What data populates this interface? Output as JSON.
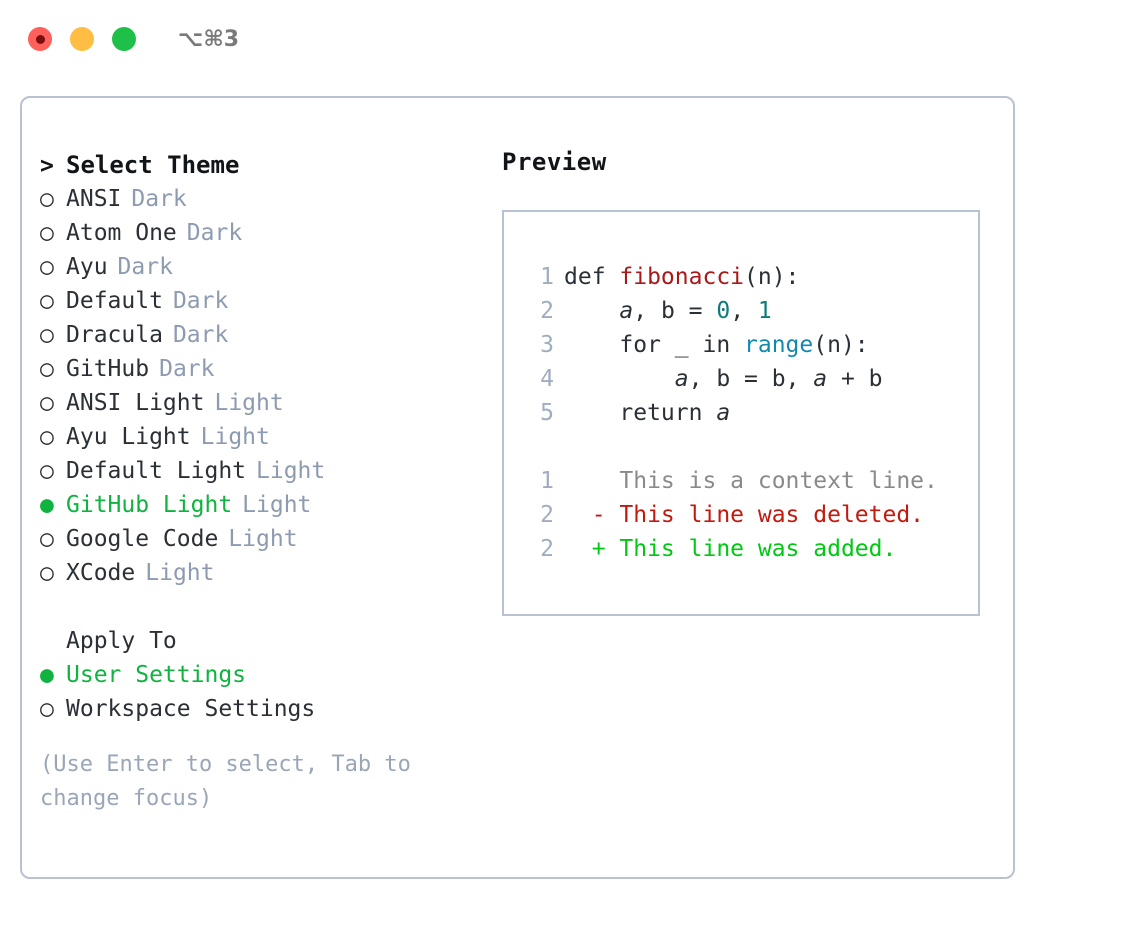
{
  "titlebar": {
    "shortcut": "⌥⌘3",
    "traffic_lights": [
      {
        "name": "close",
        "color": "#FF605C"
      },
      {
        "name": "minimize",
        "color": "#FFBD44"
      },
      {
        "name": "maximize",
        "color": "#1FC04A"
      }
    ]
  },
  "theme_section": {
    "header_prefix": ">",
    "header": "Select Theme",
    "bullet_unselected": "○",
    "bullet_selected": "●",
    "items": [
      {
        "name": "ANSI",
        "tag": "Dark",
        "selected": false
      },
      {
        "name": "Atom One",
        "tag": "Dark",
        "selected": false
      },
      {
        "name": "Ayu",
        "tag": "Dark",
        "selected": false
      },
      {
        "name": "Default",
        "tag": "Dark",
        "selected": false
      },
      {
        "name": "Dracula",
        "tag": "Dark",
        "selected": false
      },
      {
        "name": "GitHub",
        "tag": "Dark",
        "selected": false
      },
      {
        "name": "ANSI Light",
        "tag": "Light",
        "selected": false
      },
      {
        "name": "Ayu Light",
        "tag": "Light",
        "selected": false
      },
      {
        "name": "Default Light",
        "tag": "Light",
        "selected": false
      },
      {
        "name": "GitHub Light",
        "tag": "Light",
        "selected": true
      },
      {
        "name": "Google Code",
        "tag": "Light",
        "selected": false
      },
      {
        "name": "XCode",
        "tag": "Light",
        "selected": false
      }
    ]
  },
  "apply_section": {
    "title": "Apply To",
    "items": [
      {
        "name": "User Settings",
        "selected": true
      },
      {
        "name": "Workspace Settings",
        "selected": false
      }
    ]
  },
  "hint": "(Use Enter to select, Tab to change focus)",
  "preview": {
    "title": "Preview",
    "code_lines": [
      {
        "num": "1",
        "tokens": [
          {
            "t": "def ",
            "c": "kw"
          },
          {
            "t": "fibonacci",
            "c": "fn"
          },
          {
            "t": "(n):",
            "c": "code"
          }
        ]
      },
      {
        "num": "2",
        "tokens": [
          {
            "t": "    ",
            "c": "code"
          },
          {
            "t": "a",
            "c": "var"
          },
          {
            "t": ", ",
            "c": "code"
          },
          {
            "t": "b",
            "c": "code"
          },
          {
            "t": " = ",
            "c": "code"
          },
          {
            "t": "0",
            "c": "num"
          },
          {
            "t": ", ",
            "c": "code"
          },
          {
            "t": "1",
            "c": "num"
          }
        ]
      },
      {
        "num": "3",
        "tokens": [
          {
            "t": "    for _ in ",
            "c": "code"
          },
          {
            "t": "range",
            "c": "bi"
          },
          {
            "t": "(n):",
            "c": "code"
          }
        ]
      },
      {
        "num": "4",
        "tokens": [
          {
            "t": "        ",
            "c": "code"
          },
          {
            "t": "a",
            "c": "var"
          },
          {
            "t": ", b = b, ",
            "c": "code"
          },
          {
            "t": "a",
            "c": "var"
          },
          {
            "t": " + b",
            "c": "code"
          }
        ]
      },
      {
        "num": "5",
        "tokens": [
          {
            "t": "    return ",
            "c": "code"
          },
          {
            "t": "a",
            "c": "var"
          }
        ]
      }
    ],
    "diff_lines": [
      {
        "num": "1",
        "marker": " ",
        "text": " This is a context line.",
        "kind": "ctx"
      },
      {
        "num": "2",
        "marker": "-",
        "text": " This line was deleted.",
        "kind": "del"
      },
      {
        "num": "2",
        "marker": "+",
        "text": " This line was added.",
        "kind": "add"
      }
    ]
  },
  "colors": {
    "accent_green": "#10B33F",
    "diff_add": "#00C813",
    "diff_del": "#C21A0E",
    "function_red": "#A81919",
    "builtin_blue": "#1189AE",
    "number_teal": "#107A7A",
    "muted": "#8D9BB0",
    "border": "#b8c2d0"
  }
}
